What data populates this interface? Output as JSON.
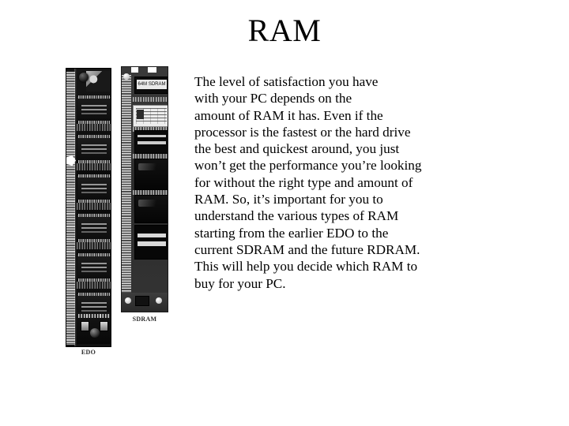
{
  "slide": {
    "title": "RAM",
    "body": "The level of satisfaction you have\nwith your PC depends on the\namount of RAM it has. Even if the\nprocessor is the fastest or the hard drive\nthe best and quickest around, you just\nwon’t get the performance you’re looking\nfor without the right type and amount of\nRAM. So, it’s important for you to\nunderstand the various types of RAM\nstarting from the earlier EDO to the\ncurrent SDRAM and the future RDRAM.\nThis will help you decide which RAM to\nbuy for your PC.",
    "background_color": "#ffffff",
    "text_color": "#000000"
  },
  "figures": [
    {
      "id": "edo",
      "caption": "EDO",
      "description": "photograph of an EDO memory module"
    },
    {
      "id": "sdram",
      "caption": "SDRAM",
      "description": "photograph of an SDRAM memory module",
      "chip_label": "64M SDRAM"
    }
  ]
}
